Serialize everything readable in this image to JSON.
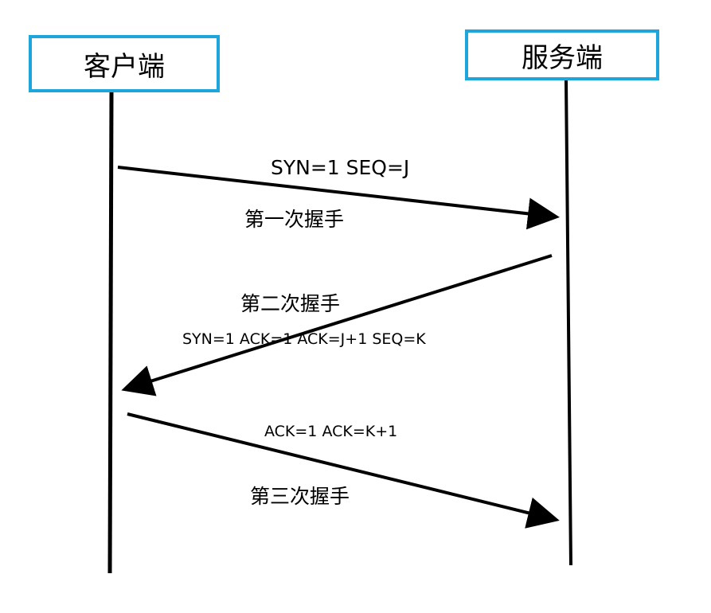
{
  "nodes": {
    "client": "客户端",
    "server": "服务端"
  },
  "messages": {
    "first": {
      "fields": "SYN=1  SEQ=J",
      "step": "第一次握手"
    },
    "second": {
      "step": "第二次握手",
      "fields": "SYN=1 ACK=1 ACK=J+1 SEQ=K"
    },
    "third": {
      "fields": "ACK=1  ACK=K+1",
      "step": "第三次握手"
    }
  },
  "colors": {
    "box_border": "#1ea5dc",
    "line": "#000000"
  }
}
